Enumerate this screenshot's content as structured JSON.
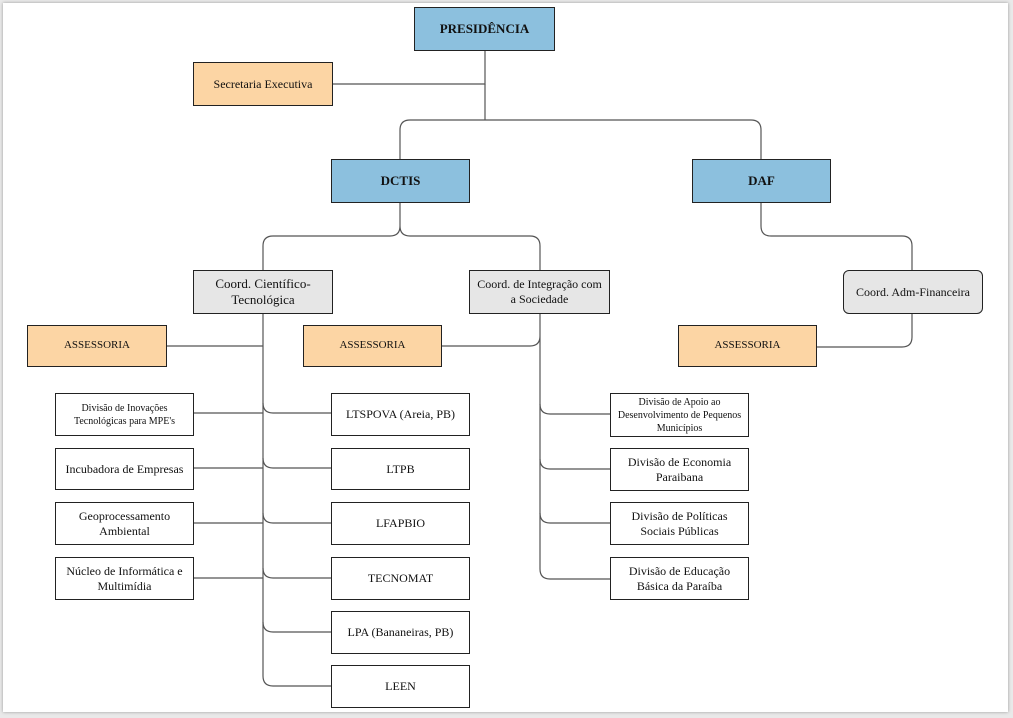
{
  "nodes": {
    "presidencia": "PRESIDÊNCIA",
    "secretaria": "Secretaria Executiva",
    "dctis": "DCTIS",
    "daf": "DAF",
    "coord_cientifico": "Coord. Científico-Tecnológica",
    "coord_integracao": "Coord. de Integração com a Sociedade",
    "coord_adm": "Coord. Adm-Financeira",
    "assessoria_1": "ASSESSORIA",
    "assessoria_2": "ASSESSORIA",
    "assessoria_3": "ASSESSORIA",
    "div_inovacoes": "Divisão de Inovações Tecnológicas para MPE's",
    "incubadora": "Incubadora de Empresas",
    "geoprocessamento": "Geoprocessamento Ambiental",
    "nucleo_informatica": "Núcleo de Informática e Multimídia",
    "ltspova": "LTSPOVA (Areia, PB)",
    "ltpb": "LTPB",
    "lfapbio": "LFAPBIO",
    "tecnomat": "TECNOMAT",
    "lpa": "LPA (Bananeiras, PB)",
    "leen": "LEEN",
    "div_apoio": "Divisão de Apoio ao Desenvolvimento de Pequenos Municípios",
    "div_economia": "Divisão de Economia Paraibana",
    "div_politicas": "Divisão de Políticas Sociais Públicas",
    "div_educacao": "Divisão de Educação Básica da Paraíba"
  },
  "colors": {
    "top_level": "#8cc0de",
    "support": "#fcd5a4",
    "coordination": "#e6e6e6",
    "unit": "#ffffff"
  }
}
